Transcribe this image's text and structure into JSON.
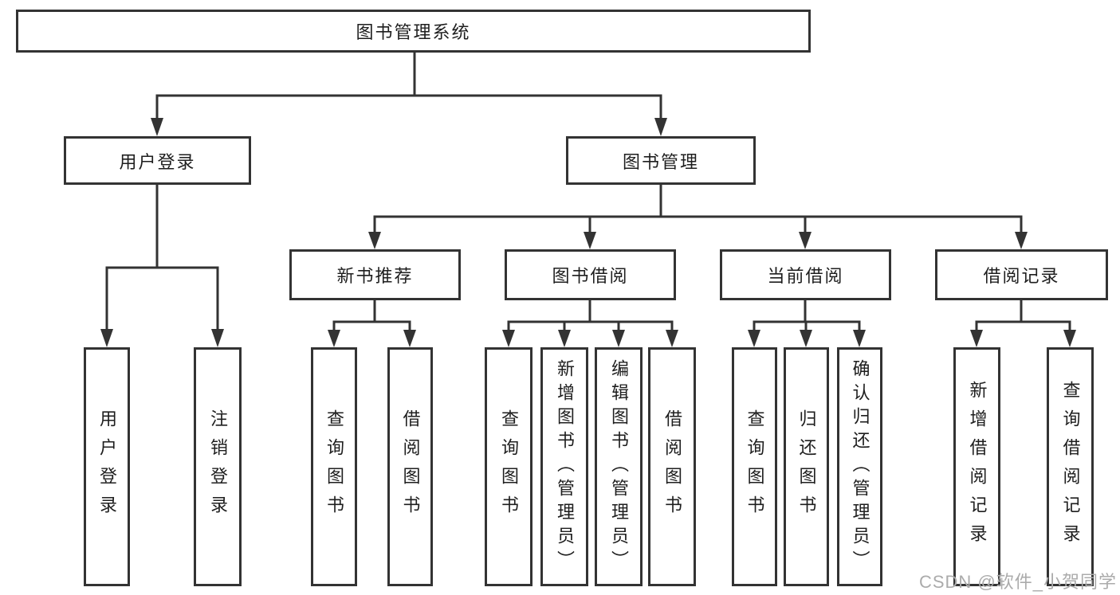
{
  "colors": {
    "line": "#333333",
    "box_border": "#333333",
    "text": "#1e1e1e",
    "background": "#ffffff",
    "watermark": "#ababab"
  },
  "watermark": {
    "text": "CSDN @软件_小贺同学"
  },
  "tree": {
    "label": "图书管理系统",
    "children": [
      {
        "label": "用户登录",
        "children": [
          {
            "label": "用户登录"
          },
          {
            "label": "注销登录"
          }
        ]
      },
      {
        "label": "图书管理",
        "children": [
          {
            "label": "新书推荐",
            "children": [
              {
                "label": "查询图书"
              },
              {
                "label": "借阅图书"
              }
            ]
          },
          {
            "label": "图书借阅",
            "children": [
              {
                "label": "查询图书"
              },
              {
                "label": "新增图书（管理员）"
              },
              {
                "label": "编辑图书（管理员）"
              },
              {
                "label": "借阅图书"
              }
            ]
          },
          {
            "label": "当前借阅",
            "children": [
              {
                "label": "查询图书"
              },
              {
                "label": "归还图书"
              },
              {
                "label": "确认归还（管理员）"
              }
            ]
          },
          {
            "label": "借阅记录",
            "children": [
              {
                "label": "新增借阅记录"
              },
              {
                "label": "查询借阅记录"
              }
            ]
          }
        ]
      }
    ]
  }
}
